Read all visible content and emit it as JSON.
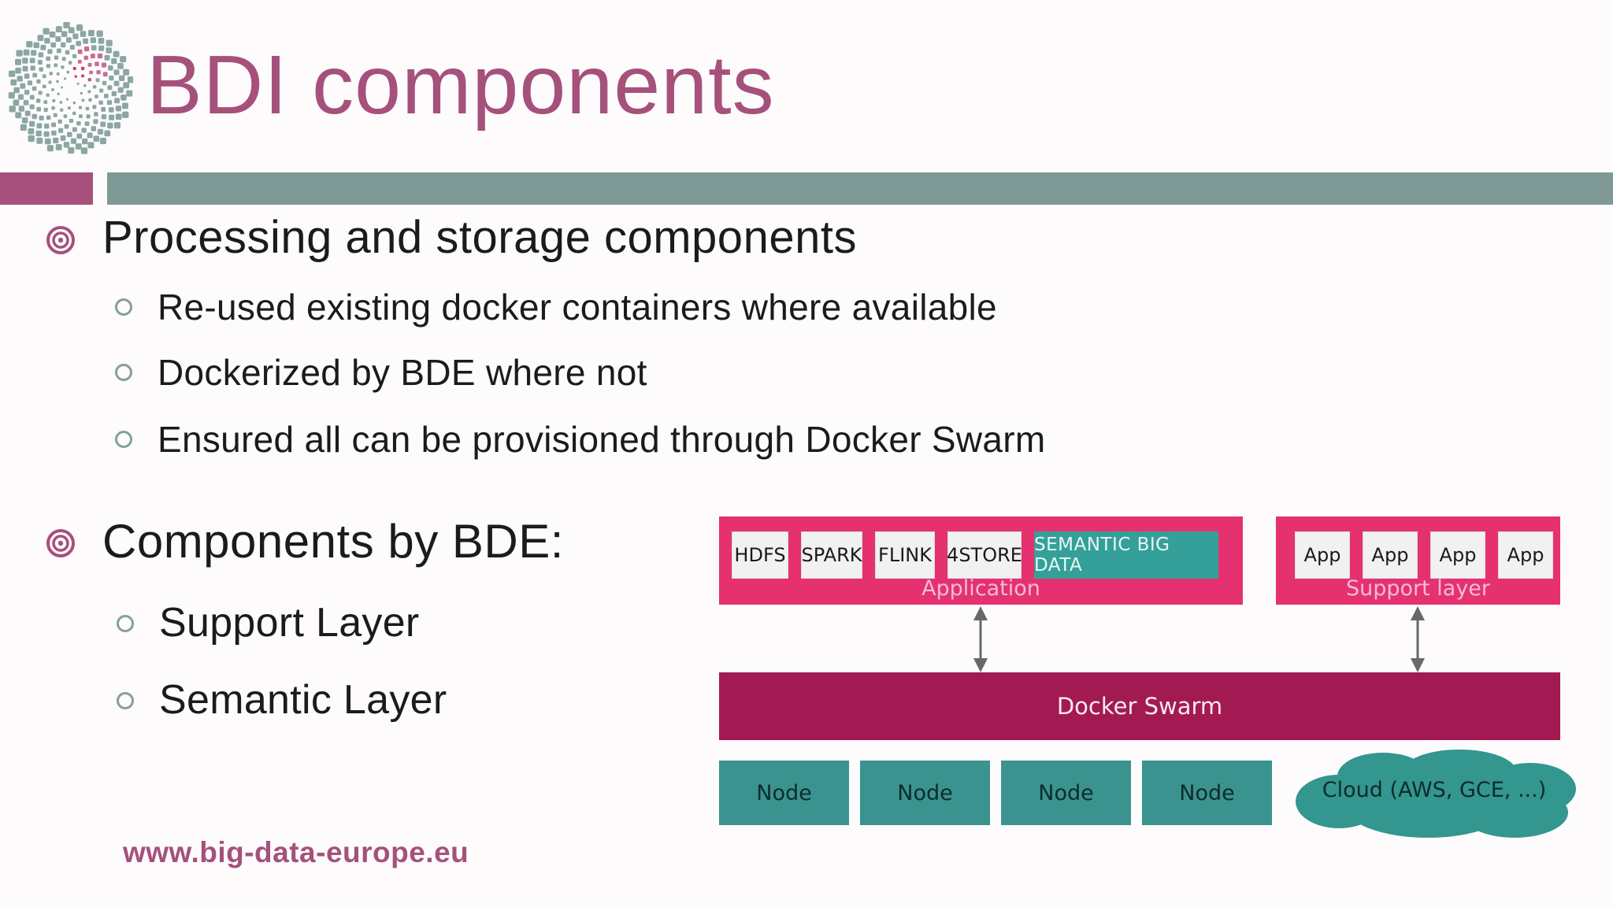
{
  "header": {
    "title": "BDI components",
    "logo": "bde-dotted-spiral-logo"
  },
  "accent_colors": {
    "title_mauve": "#a5517b",
    "divider_sage": "#7f9a96",
    "diagram_pink": "#e5316f",
    "swarm_maroon": "#a31a53",
    "highlight_teal": "#35a09a",
    "node_teal": "#3a938e",
    "sub_bullet_ring": "#84a09b"
  },
  "bullets": [
    {
      "label": "Processing and storage components",
      "sub": [
        "Re-used existing docker containers where available",
        "Dockerized by BDE where not",
        "Ensured all can be provisioned through Docker Swarm"
      ]
    },
    {
      "label": "Components by BDE:",
      "sub": [
        "Support Layer",
        "Semantic Layer"
      ]
    }
  ],
  "diagram": {
    "application": {
      "label": "Application",
      "components": [
        "HDFS",
        "SPARK",
        "FLINK",
        "4STORE"
      ],
      "highlight": "SEMANTIC BIG DATA"
    },
    "support": {
      "label": "Support layer",
      "apps": [
        "App",
        "App",
        "App",
        "App"
      ]
    },
    "swarm": {
      "label": "Docker Swarm"
    },
    "nodes": [
      "Node",
      "Node",
      "Node",
      "Node"
    ],
    "cloud": {
      "label": "Cloud (AWS, GCE, ...)"
    }
  },
  "footer": {
    "url": "www.big-data-europe.eu"
  }
}
